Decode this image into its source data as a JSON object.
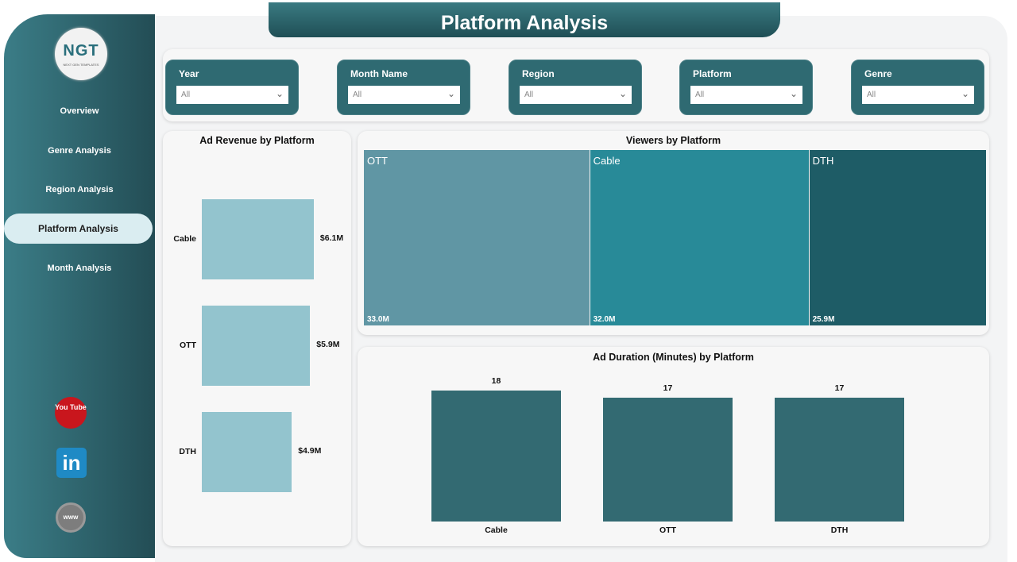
{
  "header": {
    "title": "Platform Analysis"
  },
  "logo": {
    "text": "NGT",
    "subtitle": "NEXT GEN TEMPLATES"
  },
  "sidebar": {
    "items": [
      {
        "label": "Overview"
      },
      {
        "label": "Genre Analysis"
      },
      {
        "label": "Region Analysis"
      },
      {
        "label": "Platform Analysis",
        "active": true
      },
      {
        "label": "Month Analysis"
      }
    ],
    "social": [
      {
        "icon": "youtube-icon",
        "label": "You Tube"
      },
      {
        "icon": "linkedin-icon",
        "label": "in"
      },
      {
        "icon": "globe-icon",
        "label": "www"
      }
    ]
  },
  "filters": [
    {
      "label": "Year",
      "value": "All"
    },
    {
      "label": "Month Name",
      "value": "All"
    },
    {
      "label": "Region",
      "value": "All"
    },
    {
      "label": "Platform",
      "value": "All"
    },
    {
      "label": "Genre",
      "value": "All"
    }
  ],
  "chart_data": [
    {
      "type": "bar",
      "orientation": "horizontal",
      "title": "Ad Revenue by Platform",
      "categories": [
        "Cable",
        "OTT",
        "DTH"
      ],
      "values": [
        6.1,
        5.9,
        4.9
      ],
      "labels": [
        "$6.1M",
        "$5.9M",
        "$4.9M"
      ],
      "unit": "$M",
      "color": "#93c4ce"
    },
    {
      "type": "treemap",
      "title": "Viewers by Platform",
      "categories": [
        "OTT",
        "Cable",
        "DTH"
      ],
      "values": [
        33.0,
        32.0,
        25.9
      ],
      "labels": [
        "33.0M",
        "32.0M",
        "25.9M"
      ],
      "colors": [
        "#6096a4",
        "#288a98",
        "#1e5c66"
      ]
    },
    {
      "type": "bar",
      "title": "Ad Duration (Minutes) by Platform",
      "categories": [
        "Cable",
        "OTT",
        "DTH"
      ],
      "values": [
        18,
        17,
        17
      ],
      "labels": [
        "18",
        "17",
        "17"
      ],
      "color": "#336a72"
    }
  ]
}
